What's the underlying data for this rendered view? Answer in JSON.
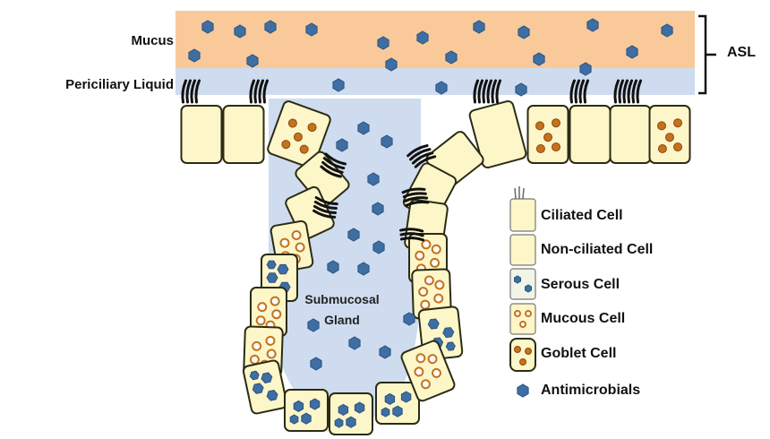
{
  "diagram": {
    "labels": {
      "mucus": "Mucus",
      "periciliary_liquid": "Periciliary Liquid",
      "asl": "ASL",
      "gland_line1": "Submucosal",
      "gland_line2": "Gland"
    },
    "legend": [
      {
        "label": "Ciliated Cell",
        "icon": "ciliated-cell-icon"
      },
      {
        "label": "Non-ciliated Cell",
        "icon": "non-ciliated-cell-icon"
      },
      {
        "label": "Serous Cell",
        "icon": "serous-cell-icon"
      },
      {
        "label": "Mucous Cell",
        "icon": "mucous-cell-icon"
      },
      {
        "label": "Goblet Cell",
        "icon": "goblet-cell-icon"
      },
      {
        "label": "Antimicrobials",
        "icon": "antimicrobial-icon"
      }
    ],
    "colors": {
      "mucus": "#f9c99a",
      "liquid": "#cfdcef",
      "cell_fill": "#fcf6c8",
      "cell_stroke": "#2b2b15",
      "granule_fill": "#ffffff",
      "granule_stroke": "#c4721c",
      "goblet_granule": "#c4721c",
      "antimicrobial": "#3e6ea2"
    }
  }
}
